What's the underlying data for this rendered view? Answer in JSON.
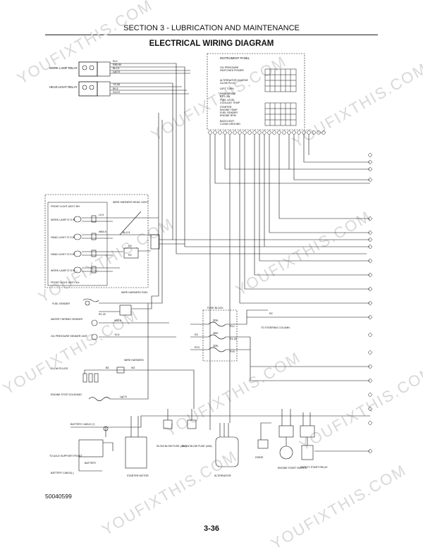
{
  "header": {
    "section": "SECTION 3 - LUBRICATION AND MAINTENANCE"
  },
  "diagram": {
    "title": "ELECTRICAL WIRING DIAGRAM",
    "relays": {
      "work": "WORK LAMP RELAY",
      "head": "HEAD LIGHT RELAY"
    },
    "panel": {
      "title": "INSTRUMENT PANEL",
      "labels": [
        "OIL PRESSURE",
        "SWITCHED POWER",
        "ALTERNATOR CHARGE",
        "GLOW PLUG",
        "LEFT TURN",
        "PARK BRAKE",
        "PTO ON",
        "FUEL LEVEL",
        "COOLANT TEMP",
        "STARTER",
        "ENGINE TEMP",
        "FUEL SENDER",
        "ENGINE RPM",
        "BACKLIGHT",
        "CLEAN GROUND"
      ]
    },
    "front_lights": {
      "top": "FRONT LIGHT ASS'Y RH",
      "bottom": "FRONT LIGHT ASS'Y LH",
      "harness": "WIRE HARNESS HEAD LIGHT",
      "lamps": [
        "WORK LAMP 37.5 W",
        "HEAD LIGHT 37.5 W",
        "HEAD LIGHT 37.5 W",
        "WORK LAMP 37.5 W"
      ]
    },
    "fuel_harness": "WIRE HARNESS FUEL",
    "fuel_sender": "FUEL SENDER",
    "water_thermo": "WATER THERMO SENDER",
    "oil_pressure": "OIL PRESSURE SENDER UNIT",
    "fuse_block": {
      "title": "FUSE BLOCK",
      "fuses": [
        "20A",
        "15A",
        "10A"
      ]
    },
    "to_steering": "TO STEERING COLUMN",
    "glow_plugs": "GLOW PLUGS",
    "wire_harness": "WIRE HARNESS",
    "engine_stop": "ENGINE STOP SOLENOID",
    "battery_cable_top": "BATTERY CABLE (+)",
    "axle_support": "TO AXLE SUPPORT FRONT",
    "battery": "BATTERY",
    "battery_cable_bottom": "BATTERY CABLE(-)",
    "starter_motor": "STARTER MOTOR",
    "slow_blow_1": "SLOW BLOW FUSE (40A)",
    "slow_blow_2": "SLOW BLOW FUSE (40A)",
    "alternator": "ALTERNATOR",
    "diode": "DIODE",
    "engine_switch": "ENGINE START SWITCH",
    "safety_relay": "SAFETY START RELAY",
    "wire_codes": [
      "RL2",
      "RB0.85",
      "BL0.5",
      "LgO.5",
      "YG.85",
      "B0.5",
      "GL0.5",
      "R3",
      "R2",
      "RY3",
      "W3",
      "B5",
      "RY5",
      "R1.25",
      "RG0.5",
      "BLG.5",
      "YB0.5",
      "Y0.5",
      "LgO.5",
      "WB0.5",
      "L0.5",
      "GL0.5"
    ],
    "watermark": "YOUFIXTHIS.COM"
  },
  "footer": {
    "doc_number": "50040599",
    "page": "3-36"
  }
}
